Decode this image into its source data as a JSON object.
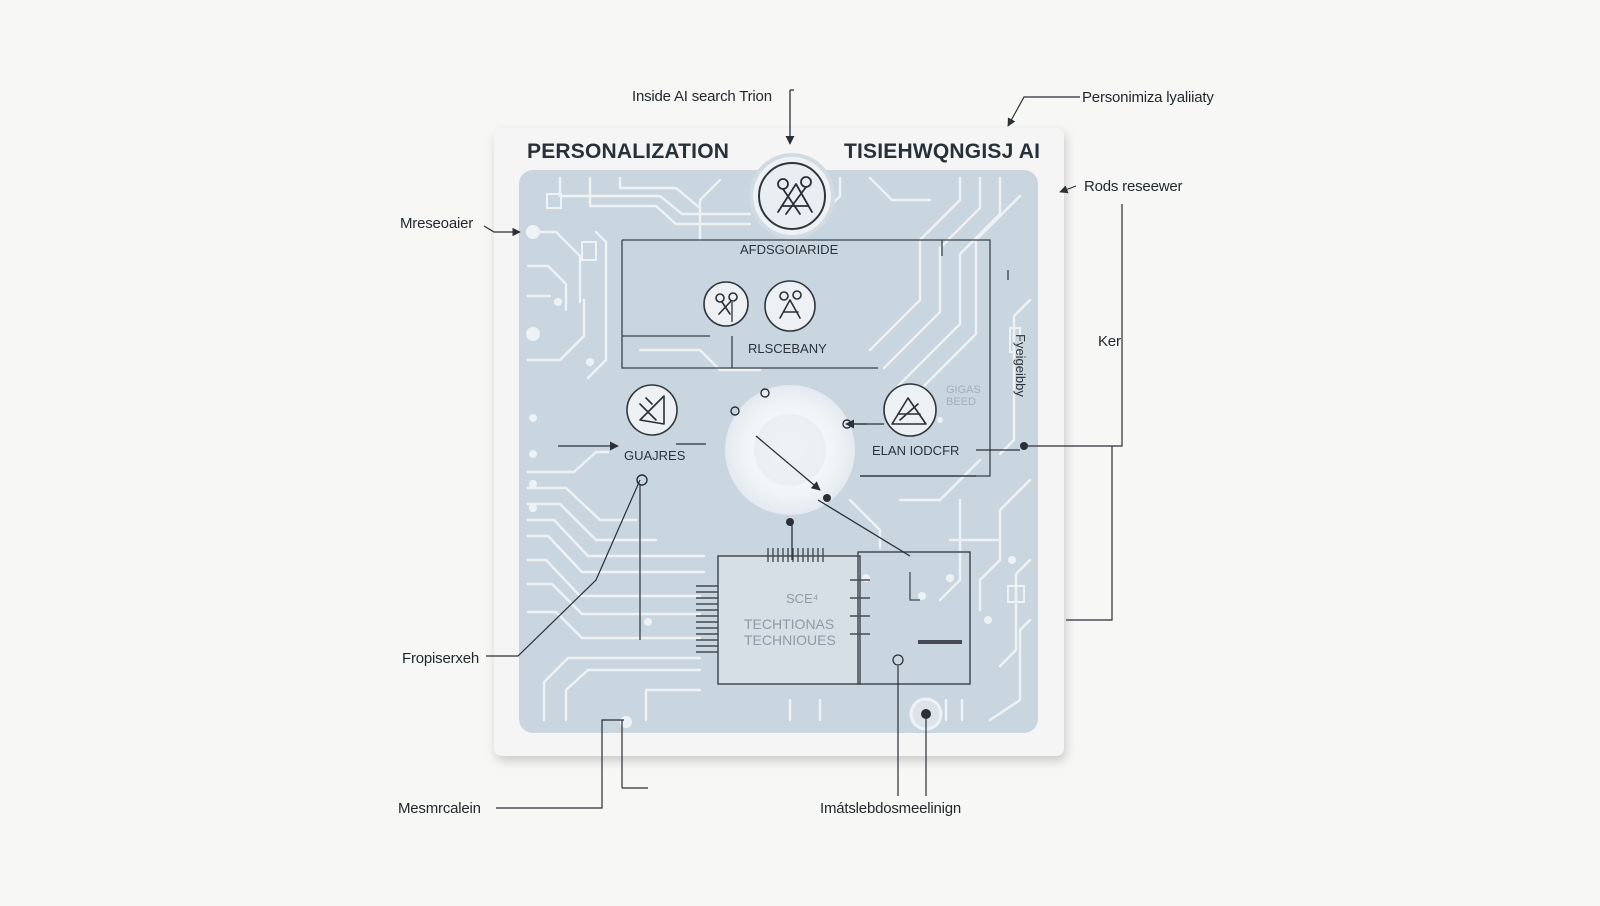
{
  "card": {
    "title_left": "PERSONALIZATION",
    "title_right": "TISIEHWQNGISJ AI"
  },
  "nodes": {
    "top_hub": "AFDSGOIARIDE",
    "research": "RLSCEBANY",
    "left": "GUAJRES",
    "right": "ELAN IODCFR",
    "right_faint": "GIGAS BEED",
    "vertical": "Fyeigeibby",
    "chip_code": "SCE⁴",
    "chip_line1": "TECHTIONAS",
    "chip_line2": "TECHNIOUES"
  },
  "callouts": {
    "top_center": "Inside AI search Trion",
    "top_right": "Personimiza lyaliiaty",
    "right_upper": "Rods reseewer",
    "right_mid": "Ker",
    "left_upper": "Mreseoaier",
    "left_lower": "Fropiserxeh",
    "bottom_left": "Mesmrcalein",
    "bottom_center": "Imátslebdosmeelinign"
  },
  "colors": {
    "background": "#f7f7f6",
    "card": "#f4f5f4",
    "board": "#c9d6e0",
    "trace": "#eef2f5",
    "line": "#2a3036"
  }
}
